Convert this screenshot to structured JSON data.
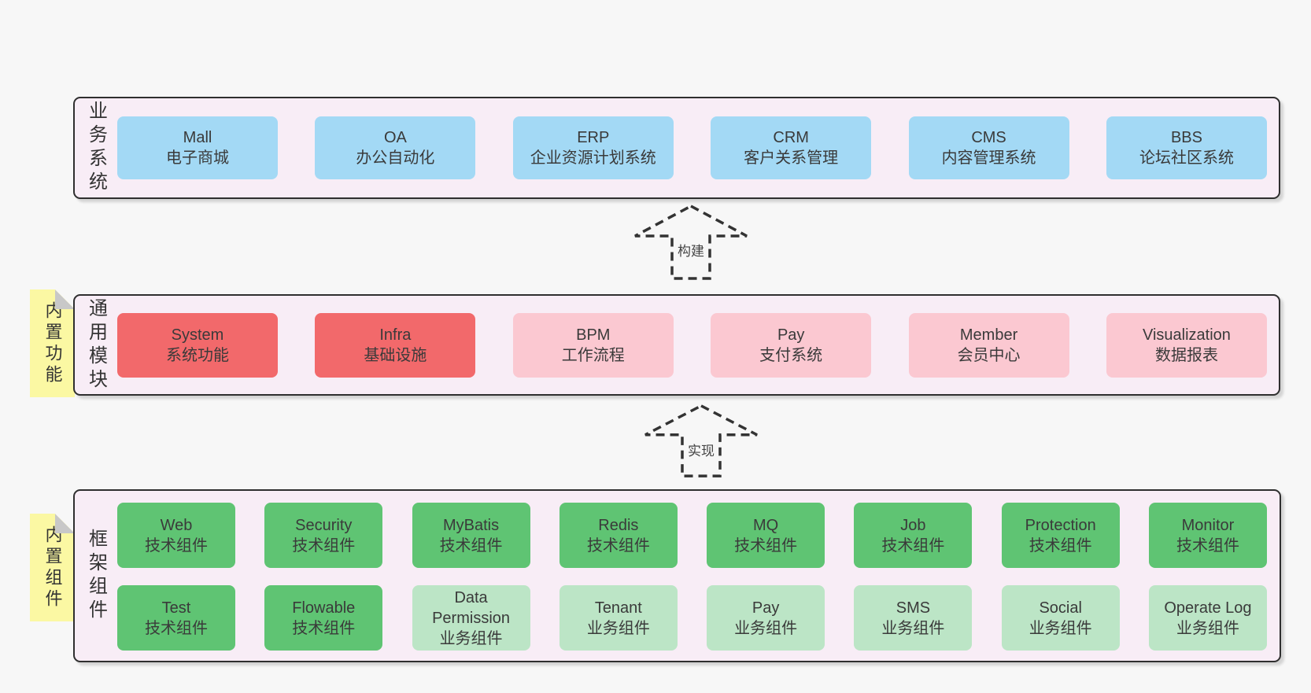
{
  "colors": {
    "bg": "#f7f7f7",
    "panel": "#f8edf6",
    "blue": "#a3d9f5",
    "red": "#f2696b",
    "pink": "#fbc8d1",
    "green": "#5fc473",
    "lightgreen": "#bce5c6",
    "yellow": "#fbf8a3",
    "fold": "#c8c8c8",
    "border": "#2f2f2f"
  },
  "arrows": {
    "build": {
      "label": "构建"
    },
    "implement": {
      "label": "实现"
    }
  },
  "sections": {
    "business": {
      "label": "业务系统",
      "boxes": [
        {
          "en": "Mall",
          "zh": "电子商城",
          "variant": "blue"
        },
        {
          "en": "OA",
          "zh": "办公自动化",
          "variant": "blue"
        },
        {
          "en": "ERP",
          "zh": "企业资源计划系统",
          "variant": "blue"
        },
        {
          "en": "CRM",
          "zh": "客户关系管理",
          "variant": "blue"
        },
        {
          "en": "CMS",
          "zh": "内容管理系统",
          "variant": "blue"
        },
        {
          "en": "BBS",
          "zh": "论坛社区系统",
          "variant": "blue"
        }
      ]
    },
    "modules": {
      "tab": "内置功能",
      "label": "通用模块",
      "boxes": [
        {
          "en": "System",
          "zh": "系统功能",
          "variant": "red"
        },
        {
          "en": "Infra",
          "zh": "基础设施",
          "variant": "red"
        },
        {
          "en": "BPM",
          "zh": "工作流程",
          "variant": "pink"
        },
        {
          "en": "Pay",
          "zh": "支付系统",
          "variant": "pink"
        },
        {
          "en": "Member",
          "zh": "会员中心",
          "variant": "pink"
        },
        {
          "en": "Visualization",
          "zh": "数据报表",
          "variant": "pink"
        }
      ]
    },
    "components": {
      "tab": "内置组件",
      "label": "框架组件",
      "rows": [
        [
          {
            "en": "Web",
            "zh": "技术组件",
            "variant": "green"
          },
          {
            "en": "Security",
            "zh": "技术组件",
            "variant": "green"
          },
          {
            "en": "MyBatis",
            "zh": "技术组件",
            "variant": "green"
          },
          {
            "en": "Redis",
            "zh": "技术组件",
            "variant": "green"
          },
          {
            "en": "MQ",
            "zh": "技术组件",
            "variant": "green"
          },
          {
            "en": "Job",
            "zh": "技术组件",
            "variant": "green"
          },
          {
            "en": "Protection",
            "zh": "技术组件",
            "variant": "green"
          },
          {
            "en": "Monitor",
            "zh": "技术组件",
            "variant": "green"
          }
        ],
        [
          {
            "en": "Test",
            "zh": "技术组件",
            "variant": "green"
          },
          {
            "en": "Flowable",
            "zh": "技术组件",
            "variant": "green"
          },
          {
            "en": "Data Permission",
            "zh": "业务组件",
            "variant": "lightgreen"
          },
          {
            "en": "Tenant",
            "zh": "业务组件",
            "variant": "lightgreen"
          },
          {
            "en": "Pay",
            "zh": "业务组件",
            "variant": "lightgreen"
          },
          {
            "en": "SMS",
            "zh": "业务组件",
            "variant": "lightgreen"
          },
          {
            "en": "Social",
            "zh": "业务组件",
            "variant": "lightgreen"
          },
          {
            "en": "Operate Log",
            "zh": "业务组件",
            "variant": "lightgreen"
          }
        ]
      ]
    }
  }
}
